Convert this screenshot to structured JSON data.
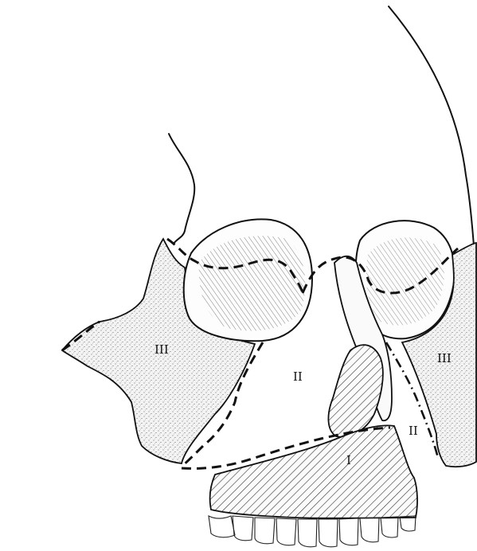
{
  "labels": {
    "level_I": "I",
    "level_II_left": "II",
    "level_II_right": "II",
    "level_III_left": "III",
    "level_III_right": "III"
  },
  "colors": {
    "ink": "#111111",
    "paper": "#ffffff"
  }
}
